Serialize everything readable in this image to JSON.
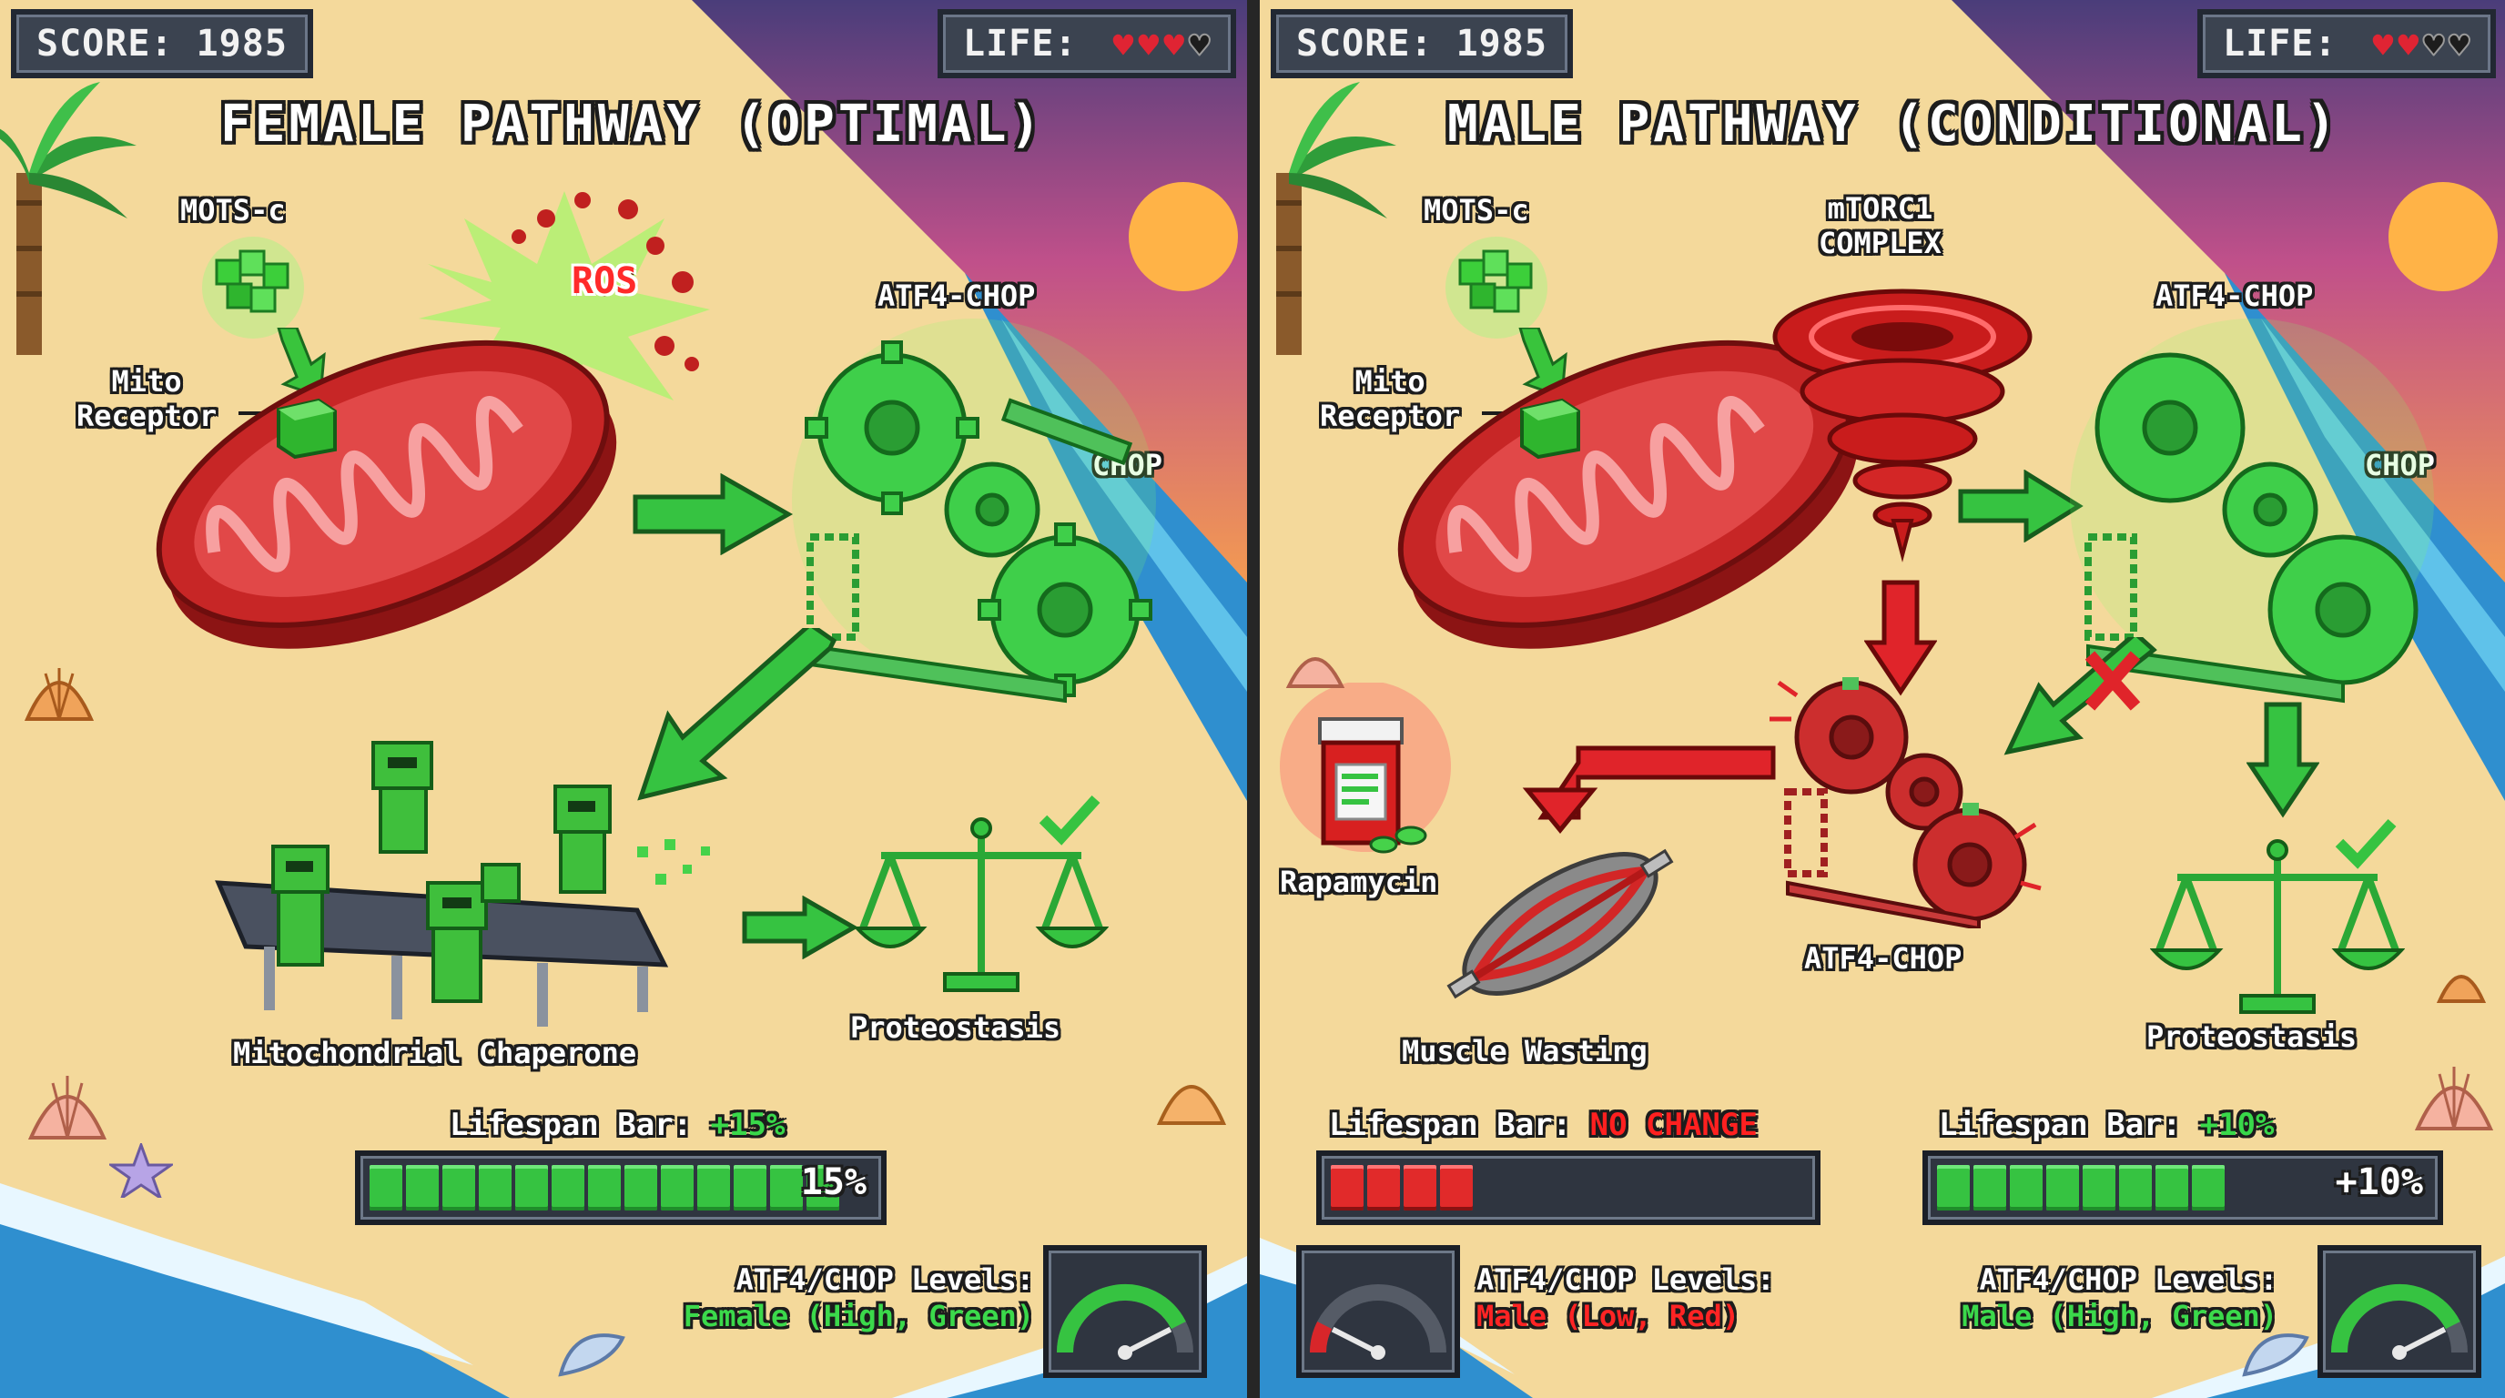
{
  "hud": {
    "score_label": "SCORE: 1985",
    "life_label": "LIFE:"
  },
  "colors": {
    "sand": "#f4d99b",
    "ocean": "#2f8fcf",
    "green": "#36c341",
    "red": "#d8262a",
    "hud_bg": "#3b4350"
  },
  "female": {
    "title": "FEMALE PATHWAY (OPTIMAL)",
    "lives": [
      true,
      true,
      true,
      false
    ],
    "mots_c": "MOTS-c",
    "receptor_line1": "Mito",
    "receptor_line2": "Receptor",
    "ros": "ROS",
    "atf4_chop": "ATF4-CHOP",
    "chop": "CHOP",
    "chaperone": "Mitochondrial Chaperone",
    "proteostasis": "Proteostasis",
    "lifespan_label": "Lifespan Bar:",
    "lifespan_value": "+15%",
    "bar_text": "15%",
    "bar_fill": 0.9,
    "levels_label": "ATF4/CHOP Levels:",
    "levels_status": "Female (High, Green)",
    "gauge_level": 0.85
  },
  "male": {
    "title": "MALE PATHWAY (CONDITIONAL)",
    "lives": [
      true,
      true,
      false,
      false
    ],
    "mots_c": "MOTS-c",
    "mtorc1_line1": "mTORC1",
    "mtorc1_line2": "COMPLEX",
    "receptor_line1": "Mito",
    "receptor_line2": "Receptor",
    "atf4_chop_top": "ATF4-CHOP",
    "chop": "CHOP",
    "atf4_chop_bottom": "ATF4-CHOP",
    "rapamycin": "Rapamycin",
    "muscle_wasting": "Muscle Wasting",
    "proteostasis": "Proteostasis",
    "lifespan_left_label": "Lifespan Bar:",
    "lifespan_left_value": "NO CHANGE",
    "bar_left_fill": 0.3,
    "lifespan_right_label": "Lifespan Bar:",
    "lifespan_right_value": "+10%",
    "bar_right_text": "+10%",
    "bar_right_fill": 0.6,
    "levels_left_label": "ATF4/CHOP Levels:",
    "levels_left_status": "Male (Low, Red)",
    "gauge_left_level": 0.15,
    "levels_right_label": "ATF4/CHOP Levels:",
    "levels_right_status": "Male (High, Green)",
    "gauge_right_level": 0.85
  }
}
